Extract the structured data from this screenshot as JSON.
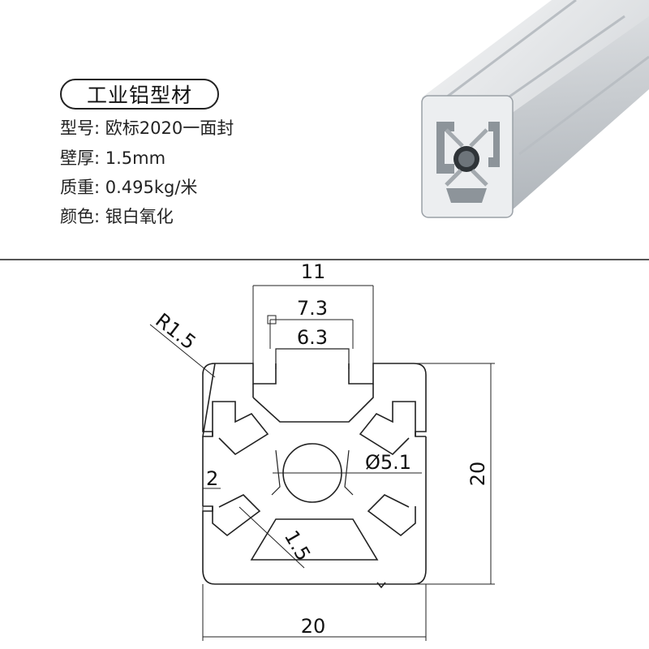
{
  "header": {
    "title": "工业铝型材",
    "specs": [
      "型号: 欧标2020一面封",
      "壁厚: 1.5mm",
      "质重: 0.495kg/米",
      "颜色: 银白氧化"
    ]
  },
  "drawing": {
    "dim_top_width": "11",
    "dim_slot_outer": "7.3",
    "dim_slot_inner": "6.3",
    "dim_corner_radius": "R1.5",
    "dim_hole_diameter": "Ø5.1",
    "dim_height": "20",
    "dim_width": "20",
    "dim_wall_left": "2",
    "dim_wall_thickness": "1.5"
  },
  "colors": {
    "line": "#222222",
    "dimension": "#111111",
    "aluminum_light": "#e6e8ea",
    "aluminum_dark": "#9aa0a6"
  }
}
